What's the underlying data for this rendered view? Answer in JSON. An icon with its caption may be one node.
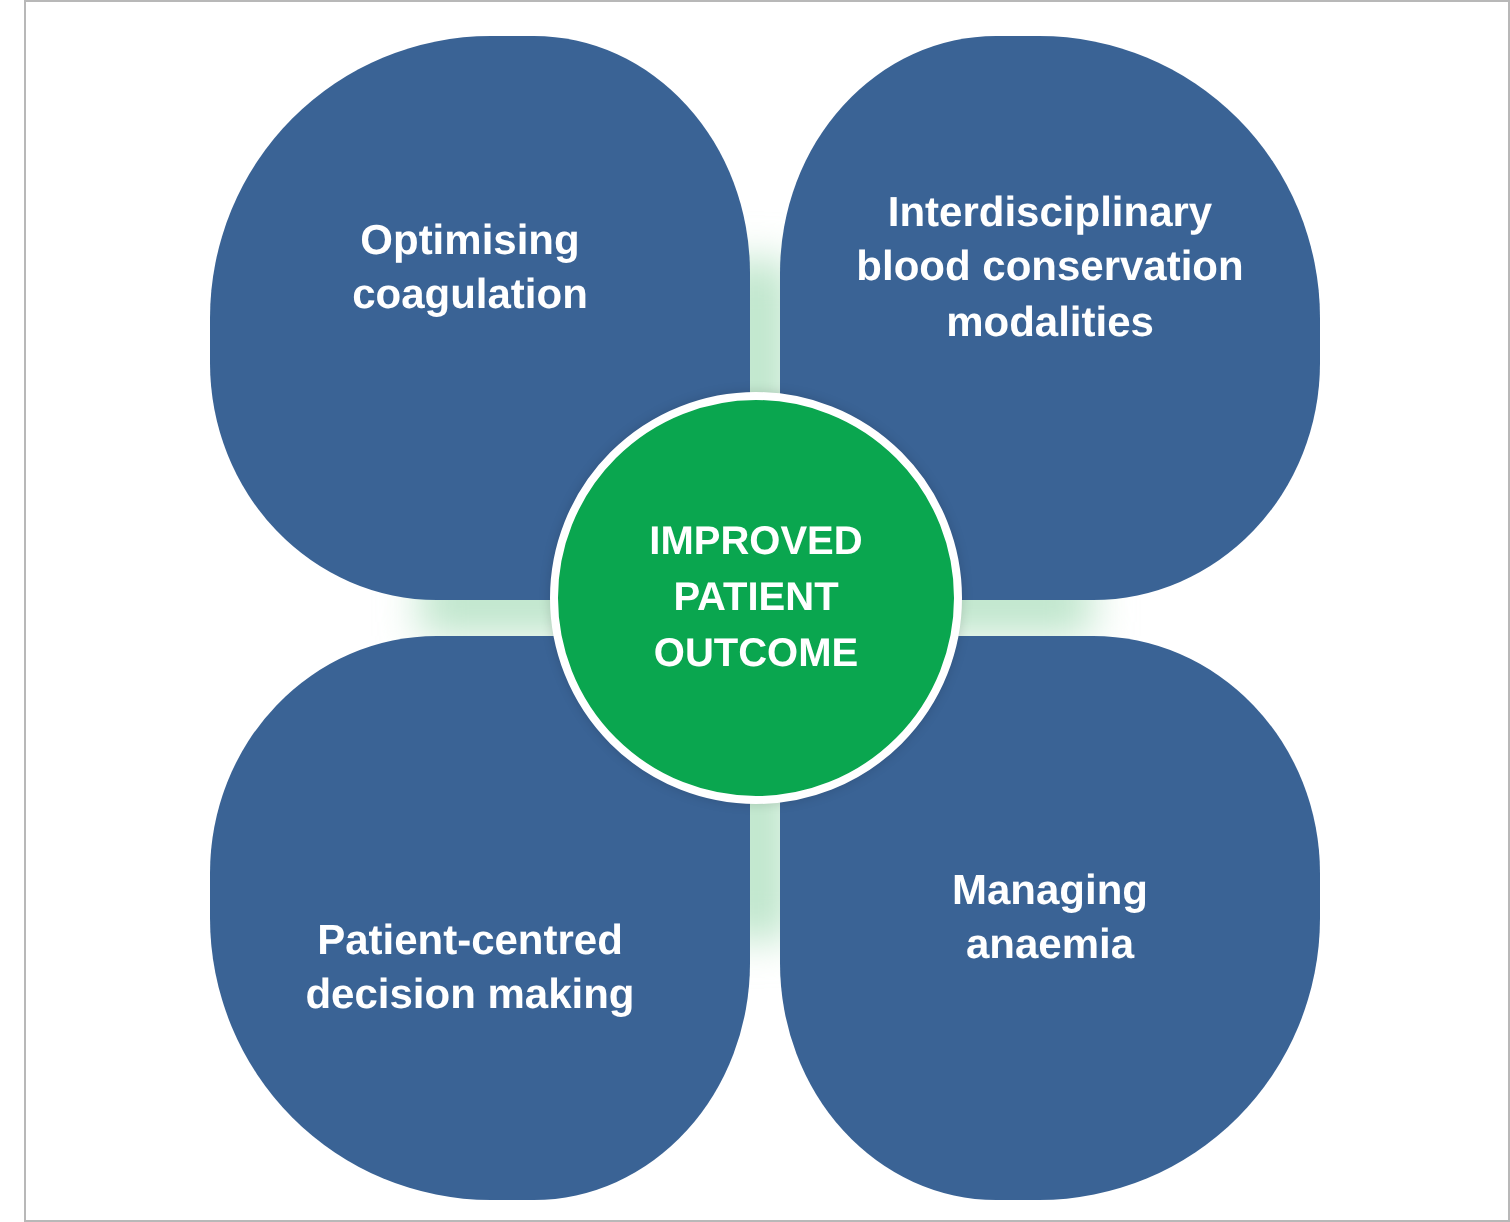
{
  "diagram": {
    "nodes": [
      {
        "text": [
          "Optimising coagulation"
        ]
      },
      {
        "text": [
          "Interdisciplinary blood conservation modalities"
        ]
      },
      {
        "text": [
          "IMPROVED PATIENT OUTCOME"
        ]
      },
      {
        "text": [
          "Patient-centred decision making"
        ]
      },
      {
        "text": [
          "Managing anaemia"
        ]
      }
    ]
  }
}
